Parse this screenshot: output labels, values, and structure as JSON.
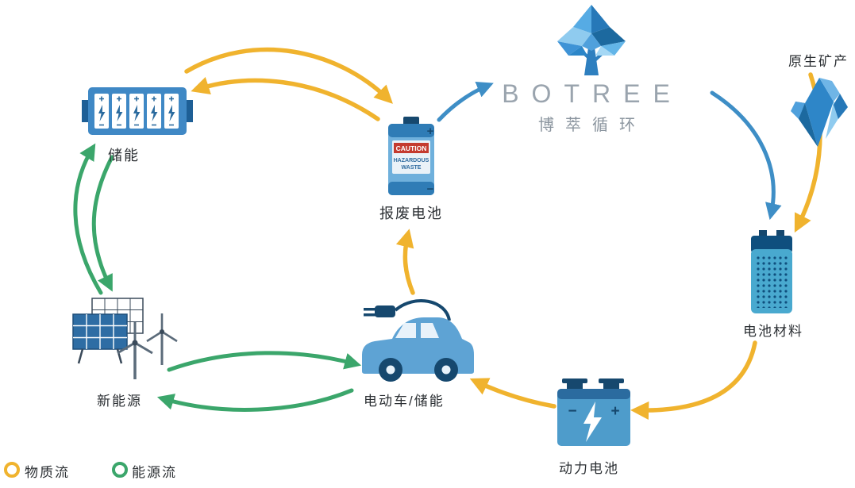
{
  "brand": {
    "name": "BOTREE",
    "subtitle": "博萃循环"
  },
  "nodes": {
    "storage": {
      "label": "储能"
    },
    "scrapped_battery": {
      "label": "报废电池",
      "caution": "CAUTION",
      "hazard_line1": "HAZARDOUS",
      "hazard_line2": "WASTE",
      "plus": "+",
      "minus": "−"
    },
    "raw_minerals": {
      "label": "原生矿产"
    },
    "battery_materials": {
      "label": "电池材料"
    },
    "power_battery": {
      "label": "动力电池",
      "plus": "+",
      "minus": "−"
    },
    "ev_storage": {
      "label": "电动车/储能"
    },
    "new_energy": {
      "label": "新能源"
    }
  },
  "legend": [
    {
      "label": "物质流",
      "color": "#F0B32E"
    },
    {
      "label": "能源流",
      "color": "#3BA66B"
    }
  ],
  "colors": {
    "material_flow": "#F0B32E",
    "energy_flow": "#3BA66B",
    "link_blue": "#3E8EC6",
    "icon_blue": "#4E9CCB",
    "icon_navy": "#16486E",
    "brand_gray": "#9AA4AE"
  }
}
